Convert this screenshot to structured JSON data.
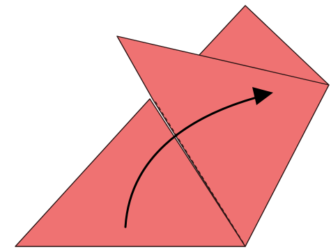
{
  "diagram": {
    "kind": "origami-fold-step",
    "paper_color": "#ef7272",
    "outline_color": "#2b1414",
    "arrow_color": "#000000",
    "fold_type": "valley-fold",
    "arrow_direction": "up-right"
  }
}
